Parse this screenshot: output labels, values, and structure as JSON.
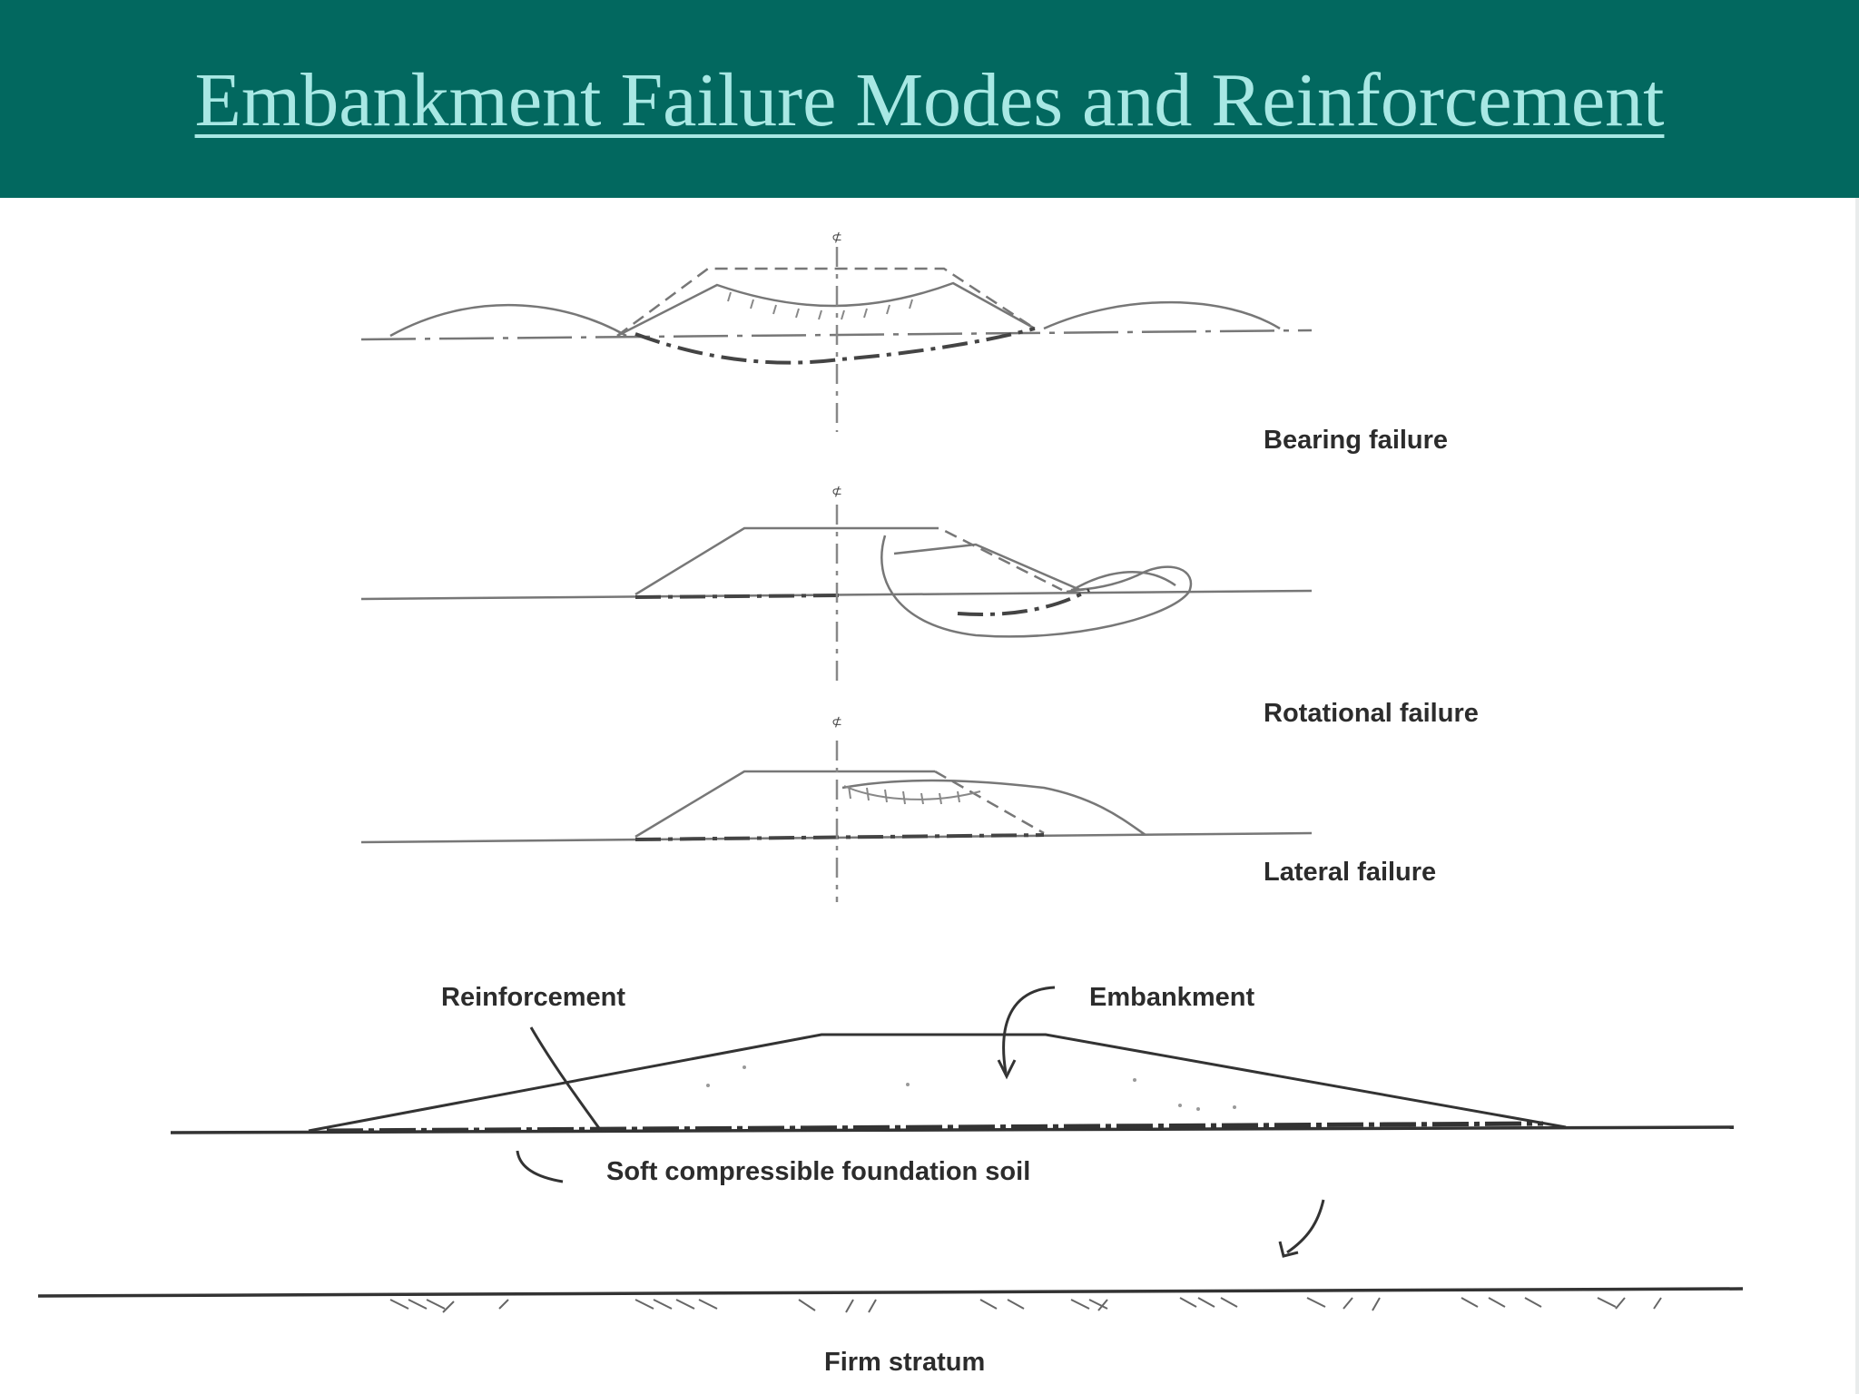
{
  "slide": {
    "title": "Embankment Failure Modes and Reinforcement"
  },
  "colors": {
    "header_bg": "#02685f",
    "title_text": "#a8e8e4",
    "line": "#555555"
  },
  "diagram": {
    "centerline_marks": [
      "⊄",
      "⊄",
      "⊄"
    ],
    "labels": {
      "bearing": "Bearing failure",
      "rotational": "Rotational failure",
      "lateral": "Lateral failure",
      "reinforcement": "Reinforcement",
      "embankment": "Embankment",
      "foundation": "Soft compressible foundation soil",
      "firm": "Firm stratum"
    }
  }
}
